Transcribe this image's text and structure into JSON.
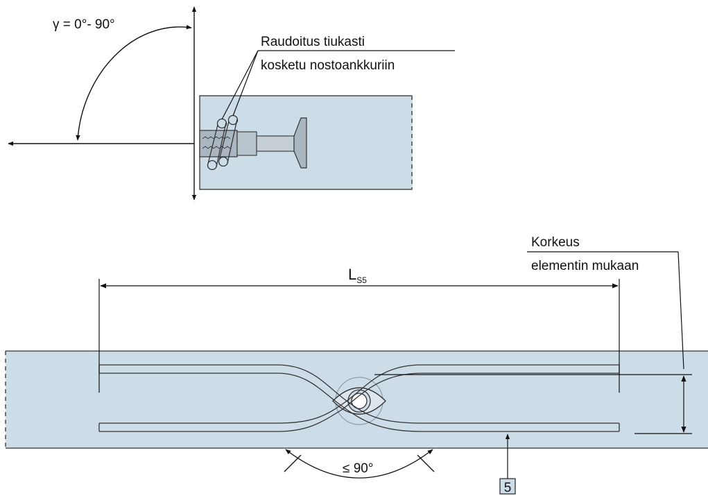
{
  "colors": {
    "concrete": "#cddde8",
    "outline": "#222222",
    "steel": "#c9d3da",
    "badge": "#cddde8"
  },
  "top_view": {
    "angle_label": "γ = 0°- 90°",
    "rebar_label_line1": "Raudoitus tiukasti",
    "rebar_label_line2": "kosketu nostoankkuriin"
  },
  "bottom_view": {
    "length_label_main": "L",
    "length_label_sub": "S5",
    "height_label_line1": "Korkeus",
    "height_label_line2": "elementin mukaan",
    "angle_label": "≤ 90°",
    "item_number": "5"
  }
}
